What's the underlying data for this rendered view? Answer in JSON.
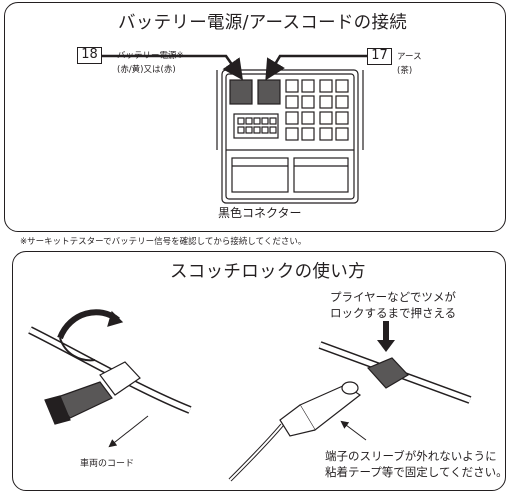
{
  "top": {
    "title": "バッテリー電源/アースコードの接続",
    "battery": {
      "number": "18",
      "label": "バッテリー電源※",
      "sub": "(赤/黄)又は(赤)"
    },
    "ground": {
      "number": "17",
      "label": "アース",
      "sub": "(茶)"
    },
    "connector_caption": "黒色コネクター"
  },
  "note": "※サーキットテスターでバッテリー信号を確認してから接続してください。",
  "bottom": {
    "title": "スコッチロックの使い方",
    "press_note_line1": "プライヤーなどでツメが",
    "press_note_line2": "ロックするまで押さえる",
    "vehicle_cord": "車両のコード",
    "sleeve_note_line1": "端子のスリーブが外れないように",
    "sleeve_note_line2": "粘着テープ等で固定してください。"
  },
  "colors": {
    "line": "#231f20",
    "fill_dark": "#595757",
    "background": "#ffffff"
  }
}
